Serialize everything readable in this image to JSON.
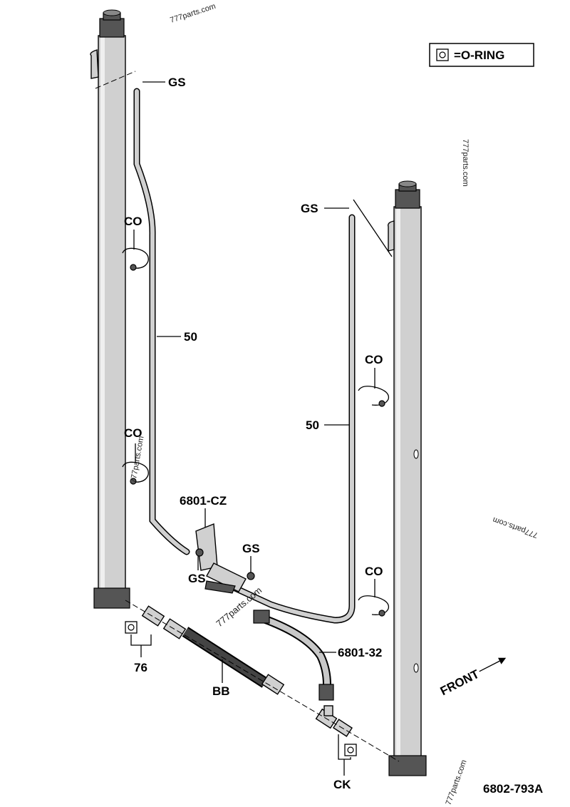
{
  "legend": {
    "symbol": "oring-square-icon",
    "text": "=O-RING"
  },
  "diagram_code": "6802-793A",
  "front_label": "FRONT",
  "watermark": "777parts.com",
  "callouts": {
    "gs_top_left": "GS",
    "gs_top_right": "GS",
    "co_upper_left": "CO",
    "co_lower_left": "CO",
    "co_upper_right": "CO",
    "co_lower_right": "CO",
    "p50_left": "50",
    "p50_right": "50",
    "p6801_cz": "6801-CZ",
    "gs_mid_right": "GS",
    "gs_mid_left": "GS",
    "p6801_32": "6801-32",
    "p76": "76",
    "bb": "BB",
    "ck": "CK"
  }
}
